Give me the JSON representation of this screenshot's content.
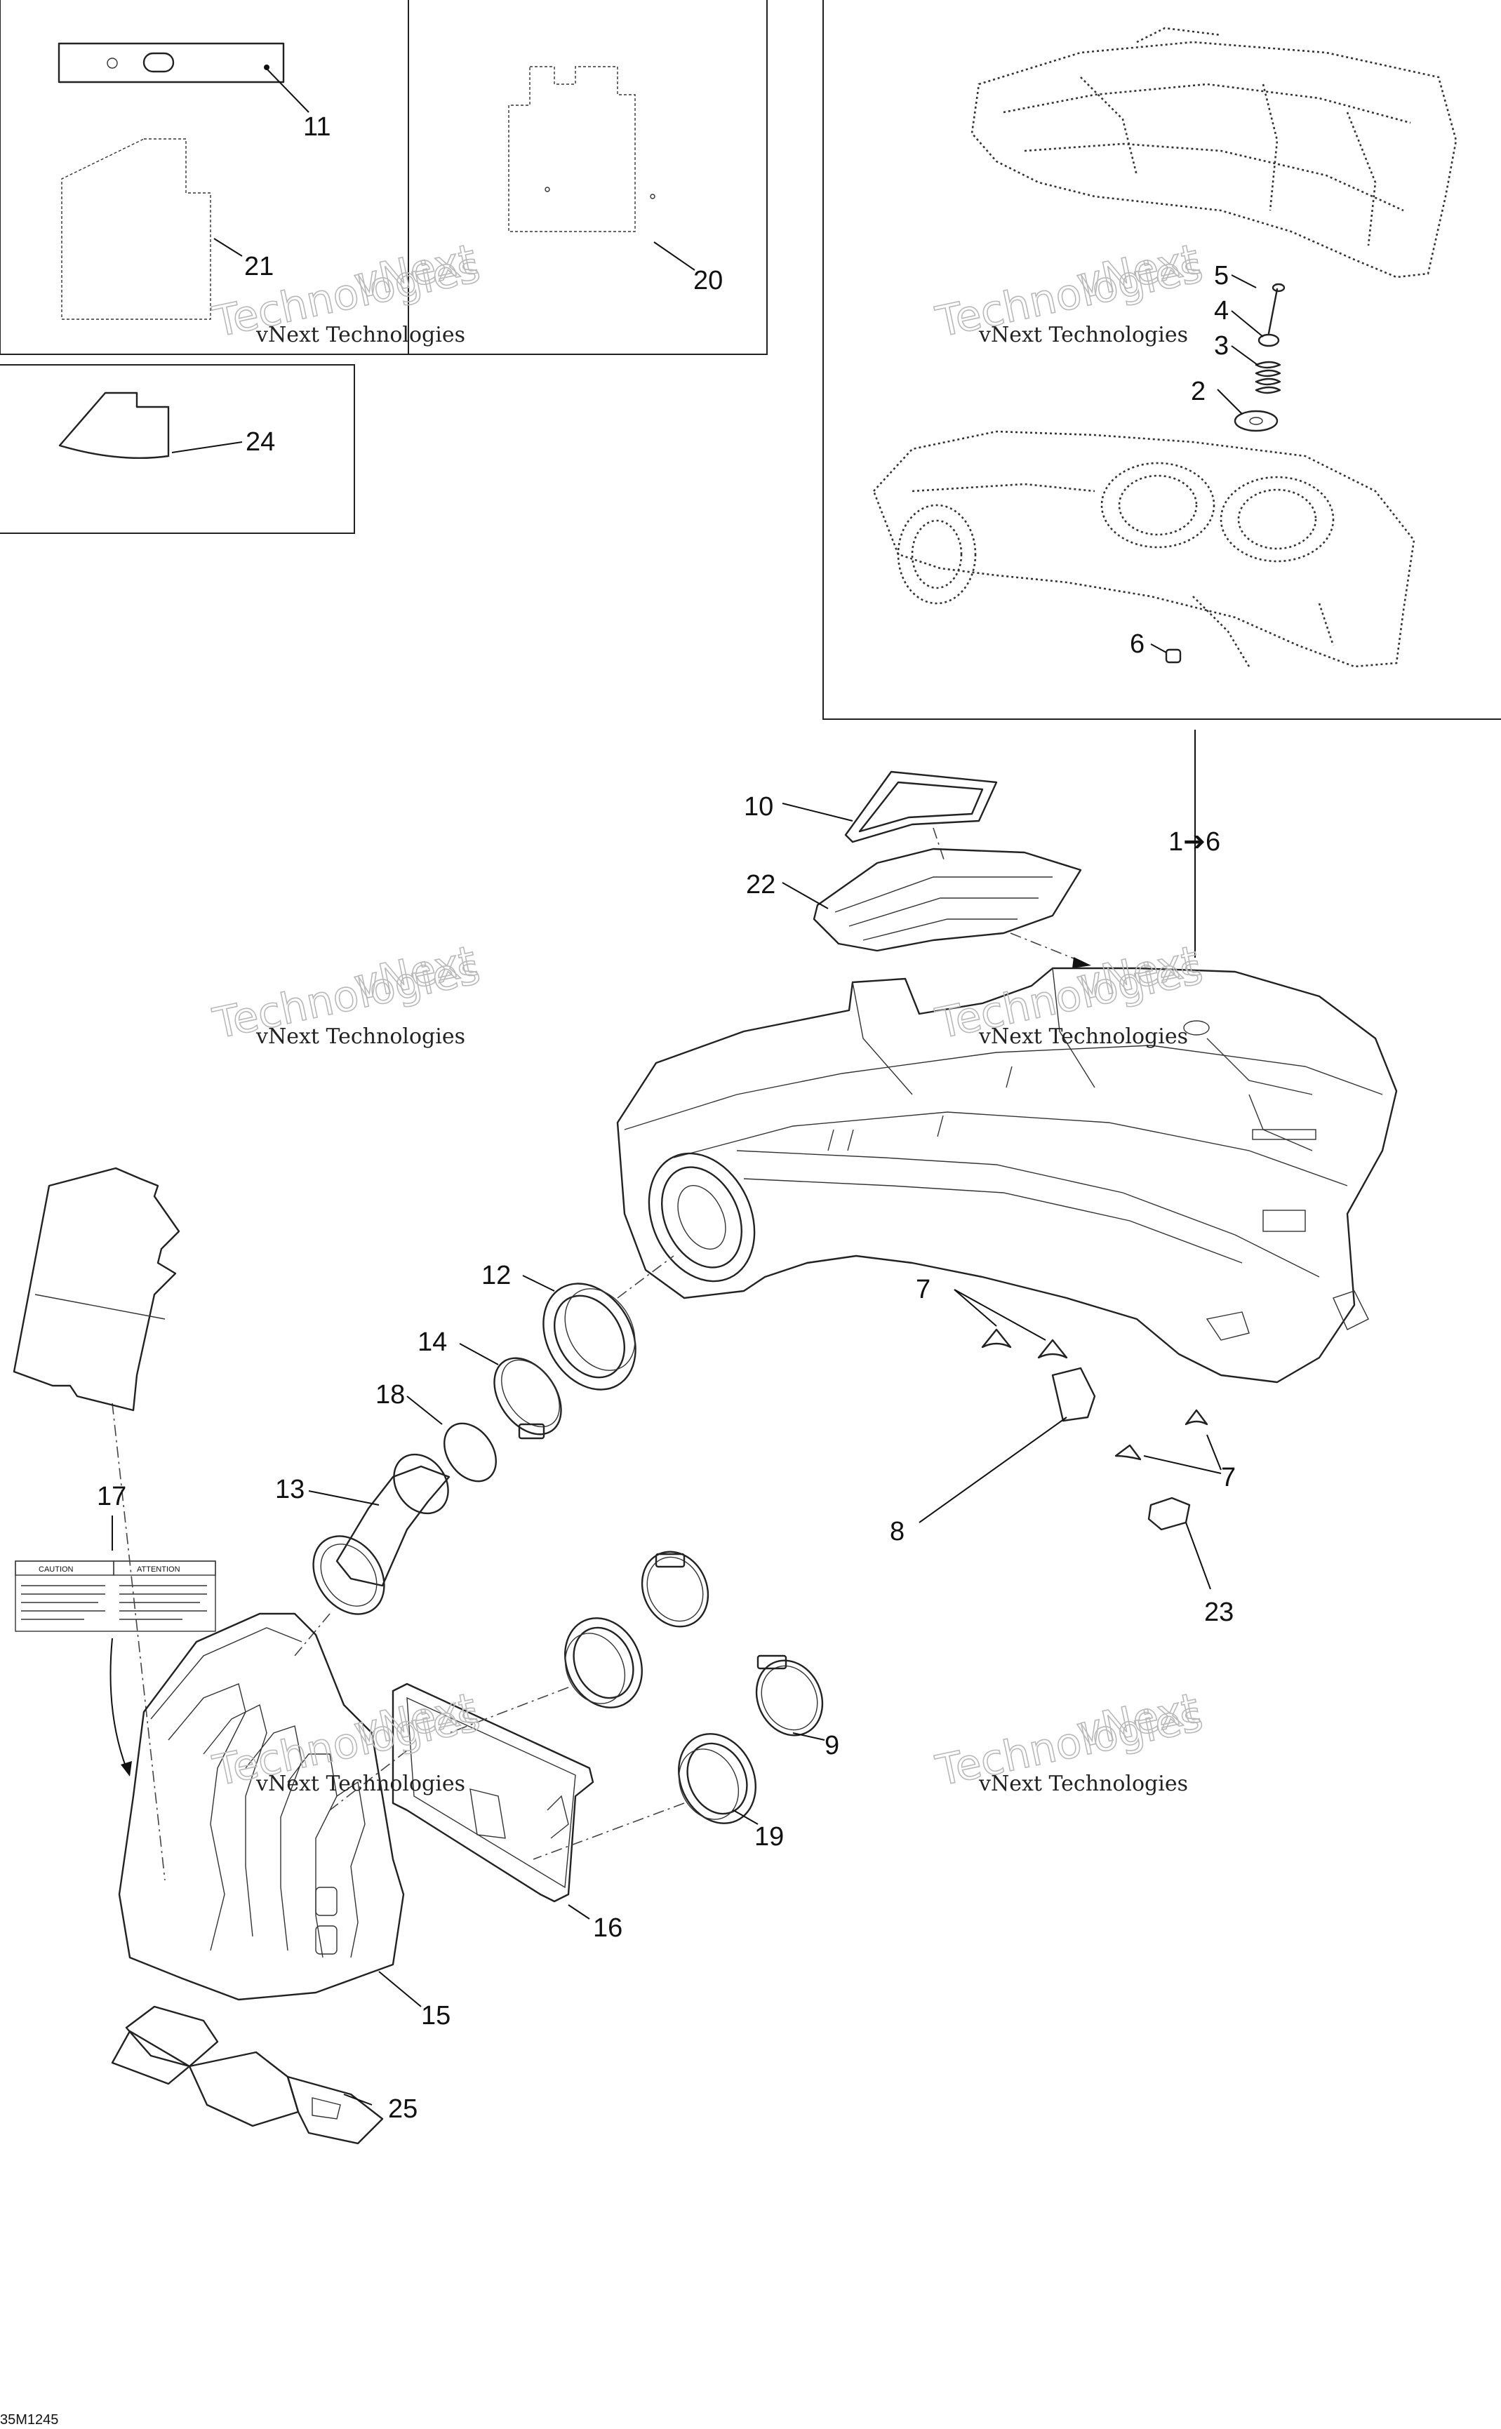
{
  "callouts": {
    "c1to6": "1➔6",
    "c2": "2",
    "c3": "3",
    "c4": "4",
    "c5": "5",
    "c6": "6",
    "c7a": "7",
    "c7b": "7",
    "c8": "8",
    "c9": "9",
    "c10": "10",
    "c11": "11",
    "c12": "12",
    "c13": "13",
    "c14": "14",
    "c15": "15",
    "c16": "16",
    "c17": "17",
    "c18": "18",
    "c19": "19",
    "c20": "20",
    "c21": "21",
    "c22": "22",
    "c23": "23",
    "c24": "24",
    "c25": "25"
  },
  "watermark": {
    "line1": "vNext Technologies",
    "line2a": "vNext",
    "line2b": "Technologies"
  },
  "warning_label": {
    "caution": "CAUTION",
    "attention": "ATTENTION"
  },
  "drawing_ref": "35M1245"
}
